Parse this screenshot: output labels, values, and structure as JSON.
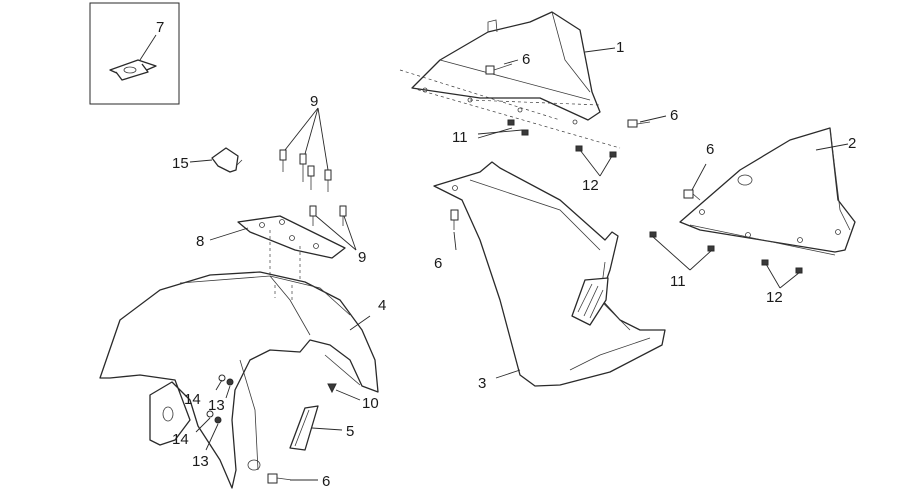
{
  "callouts": {
    "c1": "1",
    "c2": "2",
    "c3": "3",
    "c4": "4",
    "c5": "5",
    "c6a": "6",
    "c6b": "6",
    "c6c": "6",
    "c6d": "6",
    "c6e": "6",
    "c7": "7",
    "c8": "8",
    "c9a": "9",
    "c9b": "9",
    "c10": "10",
    "c11a": "11",
    "c11b": "11",
    "c12a": "12",
    "c12b": "12",
    "c13a": "13",
    "c13b": "13",
    "c14a": "14",
    "c14b": "14",
    "c15": "15"
  }
}
